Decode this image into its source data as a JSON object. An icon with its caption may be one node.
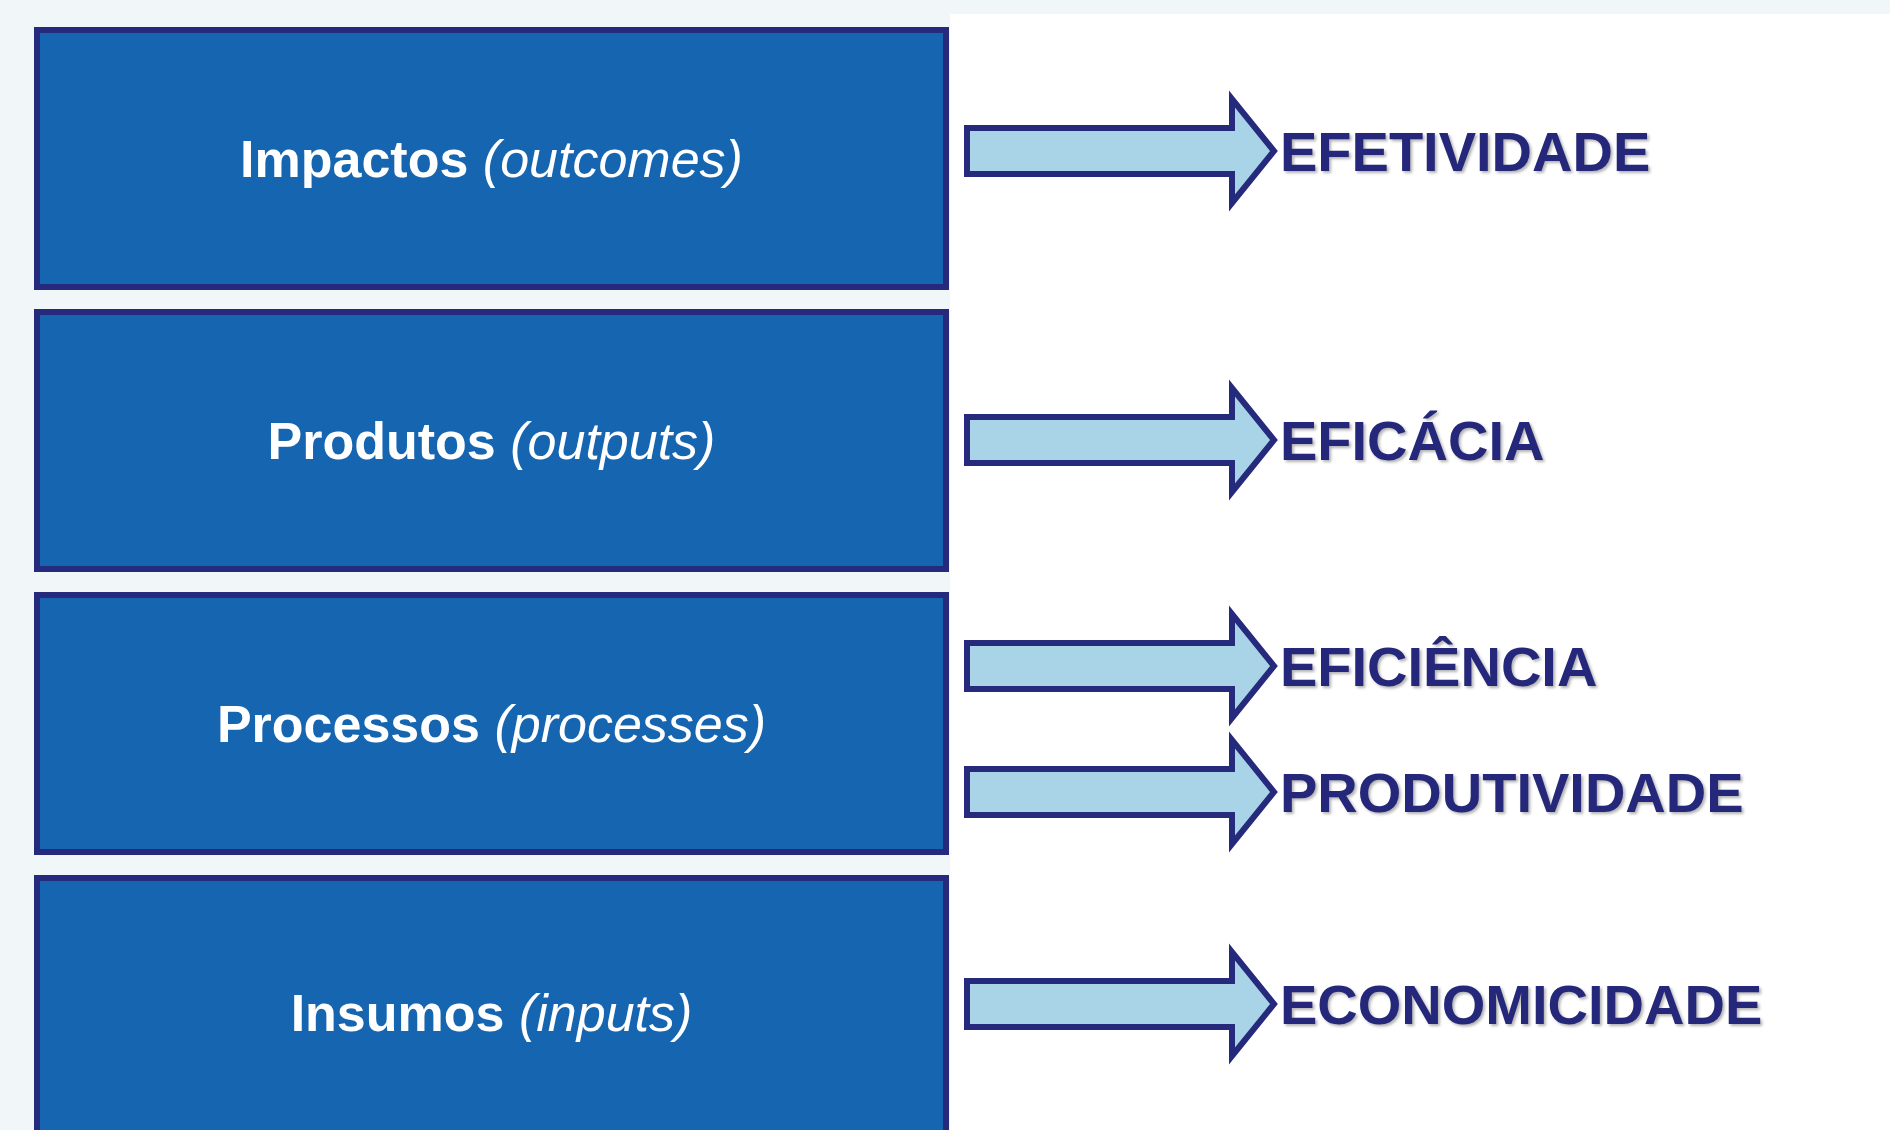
{
  "diagram": {
    "nodes": [
      {
        "text": [
          "**Impactos** *(outcomes)*"
        ]
      },
      {
        "text": [
          "**Produtos** *(outputs)*"
        ]
      },
      {
        "text": [
          "**Processos** *(processes)*"
        ]
      },
      {
        "text": [
          "**Insumos** *(inputs)*"
        ]
      },
      {
        "text": [
          "EFETIVIDADE"
        ]
      },
      {
        "text": [
          "EFICÁCIA"
        ]
      },
      {
        "text": [
          "EFICIÊNCIA"
        ]
      },
      {
        "text": [
          "PRODUTIVIDADE"
        ]
      },
      {
        "text": [
          "ECONOMICIDADE"
        ]
      }
    ],
    "edges": [
      {
        "from": 0,
        "to": 4,
        "arrow": "to"
      },
      {
        "from": 1,
        "to": 5,
        "arrow": "to"
      },
      {
        "from": 2,
        "to": 6,
        "arrow": "to"
      },
      {
        "from": 2,
        "to": 7,
        "arrow": "to"
      },
      {
        "from": 3,
        "to": 8,
        "arrow": "to"
      }
    ]
  }
}
